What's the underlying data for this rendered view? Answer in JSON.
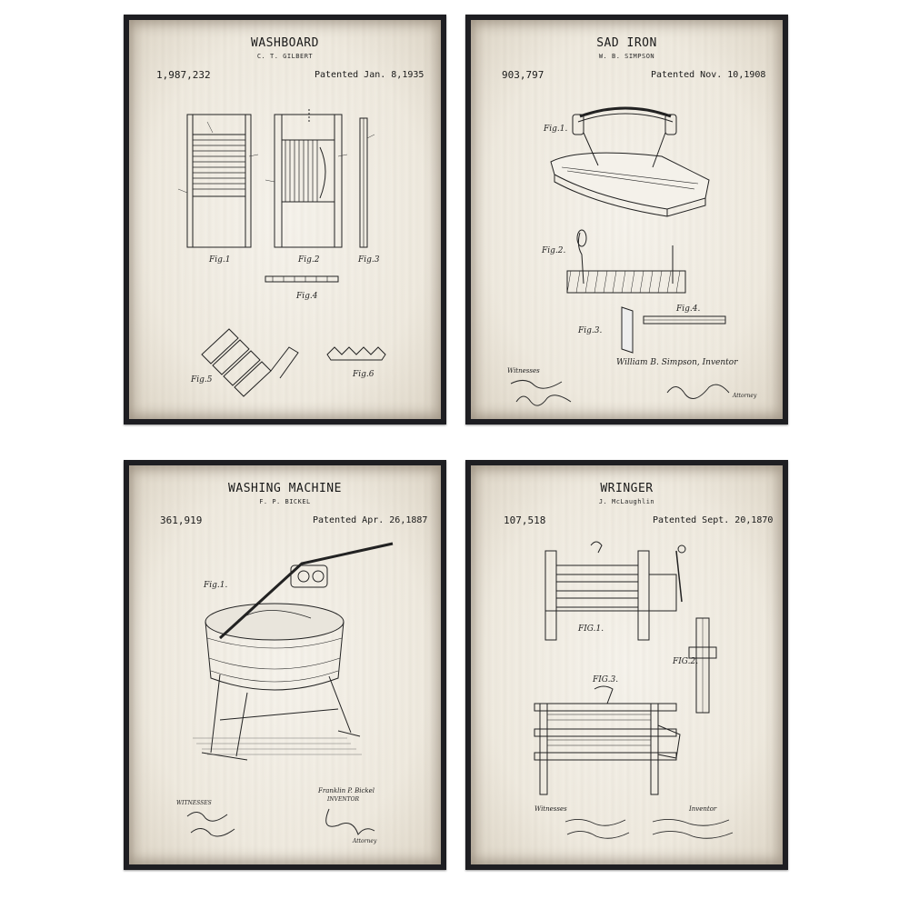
{
  "posters": [
    {
      "title": "WASHBOARD",
      "inventor": "C. T. GILBERT",
      "patent_number": "1,987,232",
      "patent_date": "Patented Jan. 8,1935",
      "figures": [
        "Fig.1",
        "Fig.2",
        "Fig.3",
        "Fig.4",
        "Fig.5",
        "Fig.6"
      ]
    },
    {
      "title": "SAD IRON",
      "inventor": "W. B. SIMPSON",
      "patent_number": "903,797",
      "patent_date": "Patented Nov. 10,1908",
      "figures": [
        "Fig.1.",
        "Fig.2.",
        "Fig.3.",
        "Fig.4."
      ],
      "signatures": [
        "Witnesses",
        "William B. Simpson, Inventor",
        "Attorney"
      ]
    },
    {
      "title": "WASHING MACHINE",
      "inventor": "F. P. BICKEL",
      "patent_number": "361,919",
      "patent_date": "Patented Apr. 26,1887",
      "figures": [
        "Fig.1."
      ],
      "signatures": [
        "WITNESSES",
        "Franklin P. Bickel",
        "INVENTOR",
        "Attorney"
      ]
    },
    {
      "title": "WRINGER",
      "inventor": "J. McLaughlin",
      "patent_number": "107,518",
      "patent_date": "Patented Sept. 20,1870",
      "figures": [
        "FIG.1.",
        "FIG.2.",
        "FIG.3."
      ],
      "signatures": [
        "Witnesses",
        "Inventor"
      ]
    }
  ],
  "colors": {
    "frame": "#1e1e22",
    "paper": "#f3efe6",
    "ink": "#1a1a1a"
  }
}
